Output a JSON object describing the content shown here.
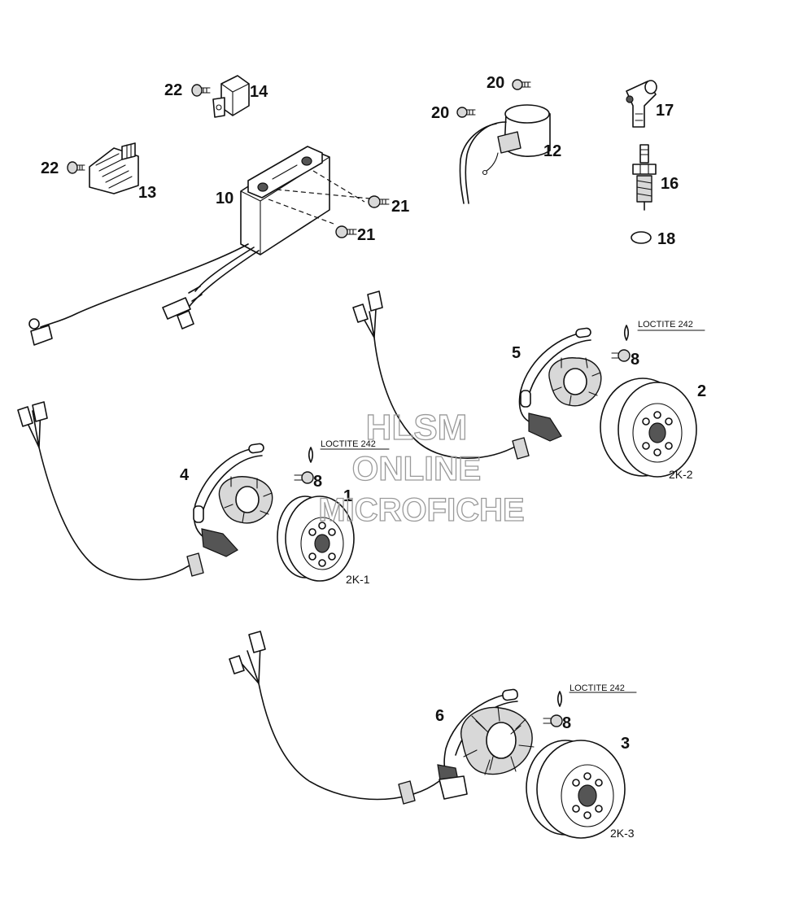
{
  "callouts": {
    "n1": "1",
    "n2": "2",
    "n3": "3",
    "n4": "4",
    "n5": "5",
    "n6": "6",
    "n8a": "8",
    "n8b": "8",
    "n8c": "8",
    "n10": "10",
    "n12": "12",
    "n13": "13",
    "n14": "14",
    "n16": "16",
    "n17": "17",
    "n18": "18",
    "n20a": "20",
    "n20b": "20",
    "n21a": "21",
    "n21b": "21",
    "n22a": "22",
    "n22b": "22"
  },
  "variants": {
    "k1": "2K-1",
    "k2": "2K-2",
    "k3": "2K-3"
  },
  "notes": {
    "loctite_a": "LOCTITE 242",
    "loctite_b": "LOCTITE 242",
    "loctite_c": "LOCTITE 242"
  },
  "watermark": {
    "line1": "HLSM",
    "line2": "ONLINE",
    "line3": "MICROFICHE"
  }
}
